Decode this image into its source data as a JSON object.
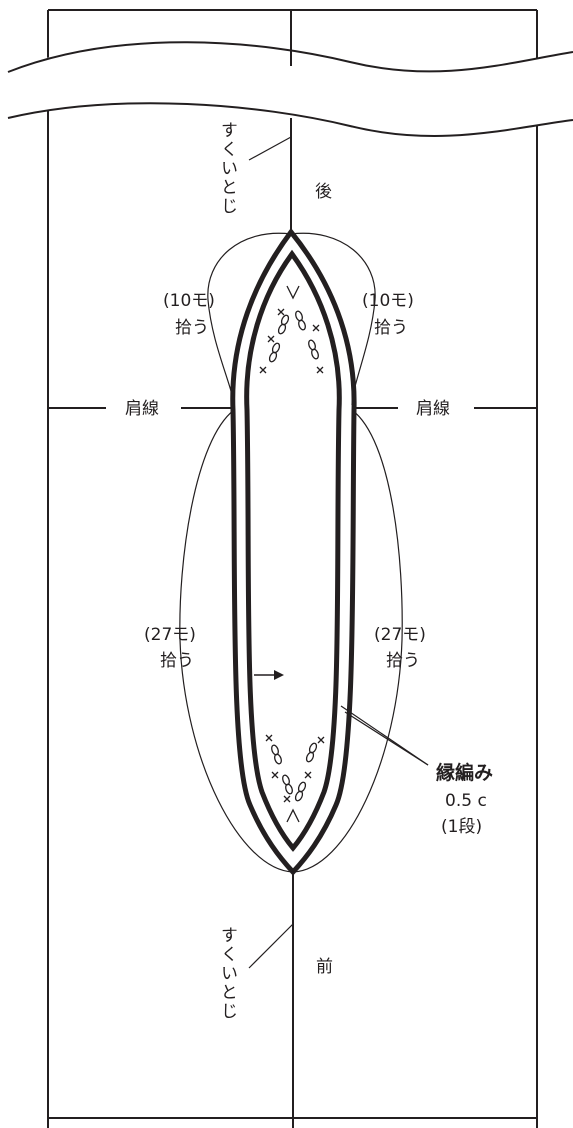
{
  "labels": {
    "whip_top": "すくいとじ",
    "back": "後",
    "pickup_back_left": [
      "(10モ)",
      "拾う"
    ],
    "pickup_back_right": [
      "(10モ)",
      "拾う"
    ],
    "shoulder_left": "肩線",
    "shoulder_right": "肩線",
    "pickup_front_left": [
      "(27モ)",
      "拾う"
    ],
    "pickup_front_right": [
      "(27モ)",
      "拾う"
    ],
    "edging_title": "縁編み",
    "edging_size": "0.5 c",
    "edging_rows": "(1段)",
    "whip_bottom": "すくいとじ",
    "front": "前"
  },
  "colors": {
    "ink": "#231f20",
    "paper": "#ffffff"
  },
  "symbols": [
    "single-crochet-x",
    "chain-loop",
    "decrease-v"
  ]
}
